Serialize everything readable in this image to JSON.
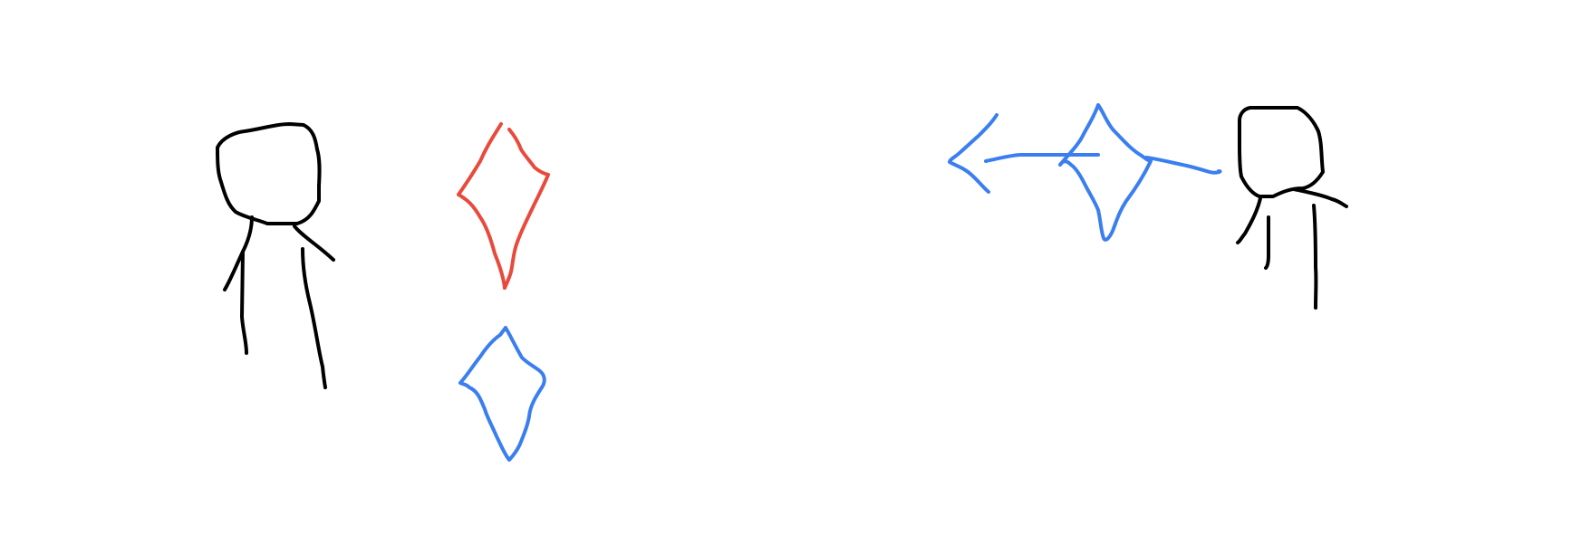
{
  "colors": {
    "background": "#ffffff",
    "figure": "#000000",
    "gem_red": "#e84a3c",
    "gem_blue": "#3a7ef0",
    "arrow_blue": "#3a7ef0"
  },
  "elements": {
    "left_figure": "stick-figure",
    "red_gem": "diamond-shape",
    "blue_gem": "diamond-shape",
    "right_figure": "stick-figure",
    "thrown_gem": "four-point-star",
    "arrow": "left-arrow"
  }
}
